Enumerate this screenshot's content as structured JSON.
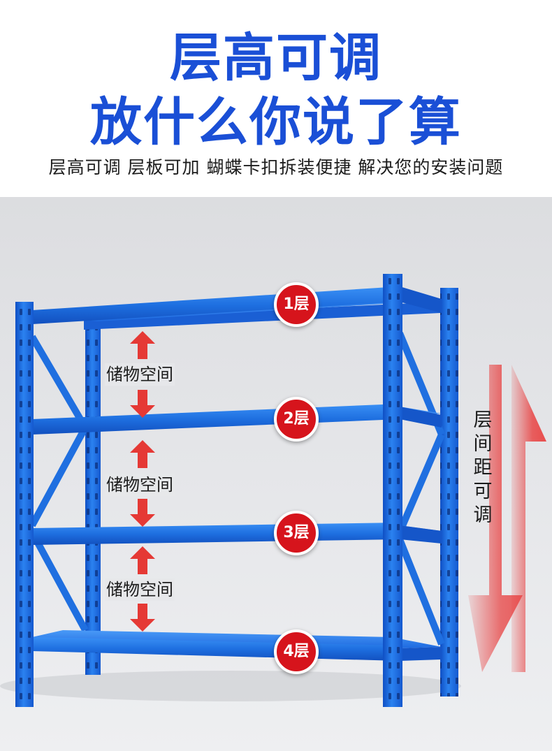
{
  "header": {
    "headline_line1": "层高可调",
    "headline_line2": "放什么你说了算",
    "subtitle": "层高可调 层板可加 蝴蝶卡扣拆装便捷 解决您的安装问题"
  },
  "shelves": {
    "levels": [
      "1层",
      "2层",
      "3层",
      "4层"
    ],
    "storage_label": "储物空间",
    "spacing_label": "层间距可调"
  },
  "icons": {
    "up_arrow": "arrow-up-icon",
    "down_arrow": "arrow-down-icon",
    "double_arrow": "double-arrow-icon"
  },
  "colors": {
    "brand_blue": "#1a4fd6",
    "rack_blue": "#1e6fe0",
    "badge_red": "#d6141c",
    "arrow_red": "#e53935"
  }
}
